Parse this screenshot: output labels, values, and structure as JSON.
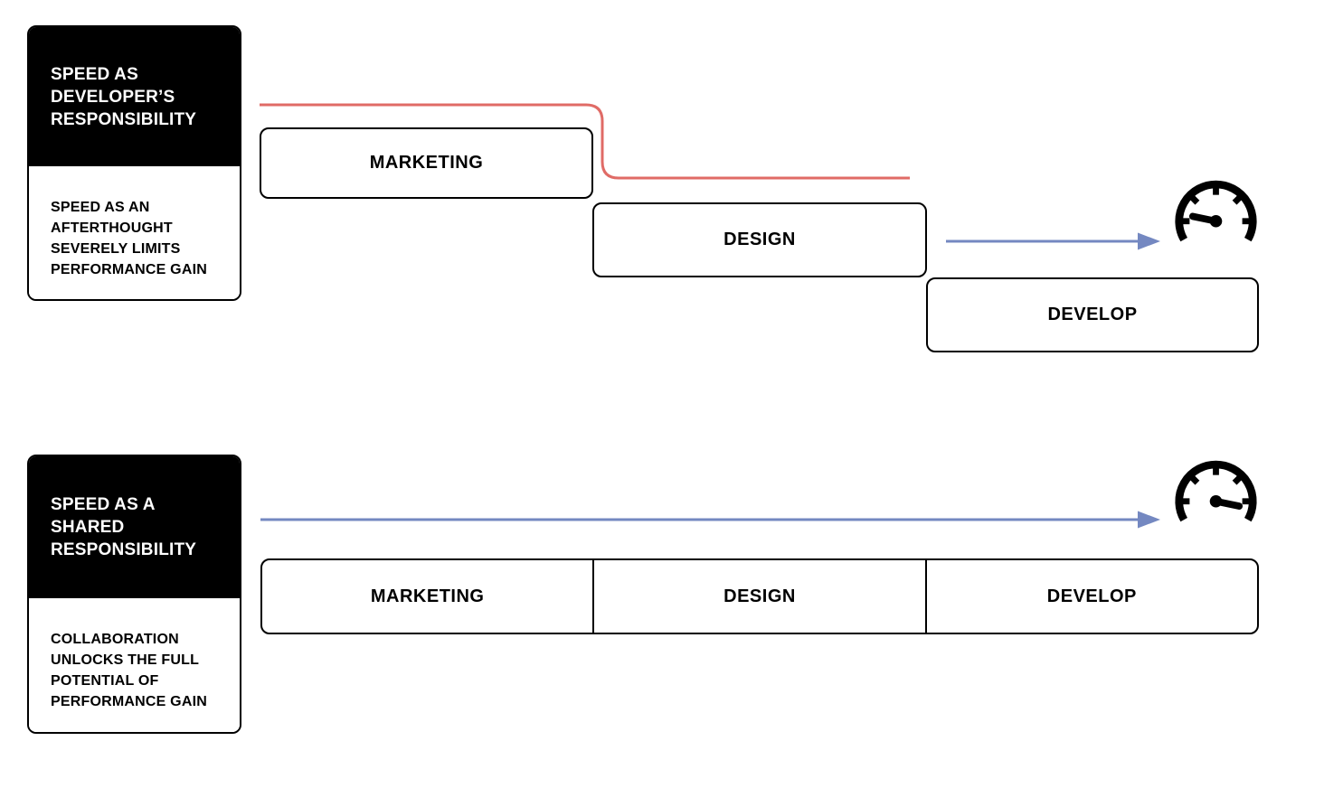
{
  "diagram": {
    "top": {
      "card_title": "SPEED AS\nDEVELOPER’S\nRESPONSIBILITY",
      "card_note": "SPEED AS AN\nAFTERTHOUGHT\nSEVERELY LIMITS\nPERFORMANCE GAIN",
      "stages": [
        "MARKETING",
        "DESIGN",
        "DEVELOP"
      ],
      "gauge_state": "speedometer-needle-low"
    },
    "bottom": {
      "card_title": "SPEED AS A\nSHARED\nRESPONSIBILITY",
      "card_note": "COLLABORATION\nUNLOCKS THE FULL\nPOTENTIAL OF\nPERFORMANCE GAIN",
      "stages": [
        "MARKETING",
        "DESIGN",
        "DEVELOP"
      ],
      "gauge_state": "speedometer-needle-high"
    },
    "colors": {
      "line_red": "#E06B66",
      "line_blue": "#7488C1",
      "ink": "#000000",
      "background": "#FFFFFF"
    }
  }
}
